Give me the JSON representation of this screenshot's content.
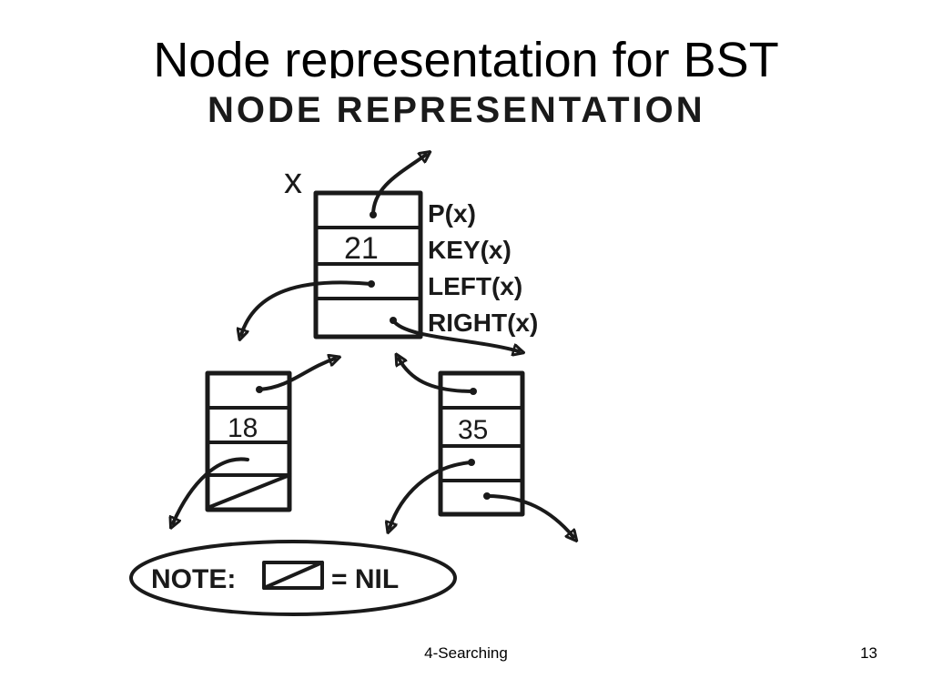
{
  "slide": {
    "title": "Node representation for BST",
    "footer_center": "4-Searching",
    "page_number": "13"
  },
  "sketch": {
    "heading": "NODE REPRESENTATION",
    "node_var": "x",
    "root_key": "21",
    "left_key": "18",
    "right_key": "35",
    "field_labels": [
      "P(x)",
      "KEY(x)",
      "LEFT(x)",
      "RIGHT(x)"
    ],
    "note_label": "NOTE:",
    "nil_text": "= NIL"
  }
}
